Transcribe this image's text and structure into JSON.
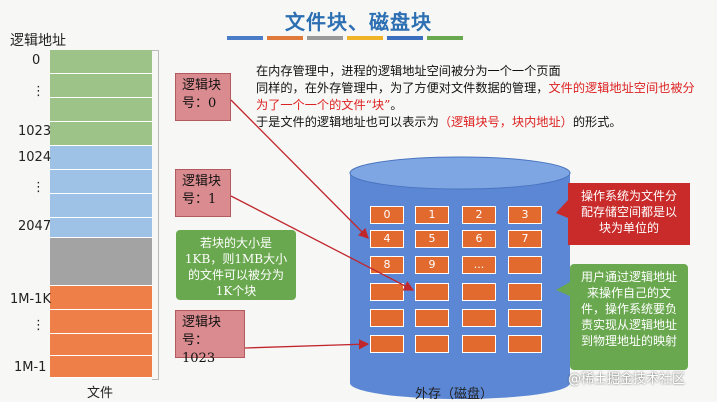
{
  "title": "文件块、磁盘块",
  "title_bar_colors": [
    "#4a7cc7",
    "#e07a3a",
    "#999999",
    "#f0b429",
    "#3a6fc0",
    "#6aa84f"
  ],
  "memory": {
    "label": "逻辑地址",
    "file_label": "文件",
    "addresses": {
      "a0": "0",
      "a1023": "1023",
      "a1024": "1024",
      "a2047": "2047",
      "a1m1k": "1M-1K",
      "a1m1": "1M-1"
    },
    "dots": "⋮",
    "colors": {
      "green": "#9dc389",
      "blue": "#9ec1e6",
      "gray": "#a3a3a3",
      "orange": "#ee7f49"
    }
  },
  "callouts": {
    "block0": "逻辑块号：0",
    "block1": "逻辑块号：1",
    "block1023": "逻辑块号：1023",
    "note": "若块的大小是1KB，则1MB大小的文件可以被分为1K个块"
  },
  "description": {
    "line1": "在内存管理中，进程的逻辑地址空间被分为一个一个页面",
    "line2a": "同样的，在外存管理中，为了方便对文件数据的管理，",
    "line2b": "文件的逻辑地址空间也被分为了一个一个的文件“块”",
    "line2c": "。",
    "line3a": "于是文件的逻辑地址也可以表示为",
    "line3b": "（逻辑块号，块内地址）",
    "line3c": "的形式。"
  },
  "disk": {
    "label": "外存（磁盘）",
    "blocks": [
      "0",
      "1",
      "2",
      "3",
      "4",
      "5",
      "6",
      "7",
      "8",
      "9",
      "...",
      ""
    ],
    "colors": {
      "cylinder": "#5b87d4",
      "block": "#e36a2f"
    }
  },
  "os_note": "操作系统为文件分配存储空间都是以块为单位的",
  "user_note": "用户通过逻辑地址来操作自己的文件，操作系统要负责实现从逻辑地址到物理地址的映射",
  "watermark": "@稀土掘金技术社区"
}
